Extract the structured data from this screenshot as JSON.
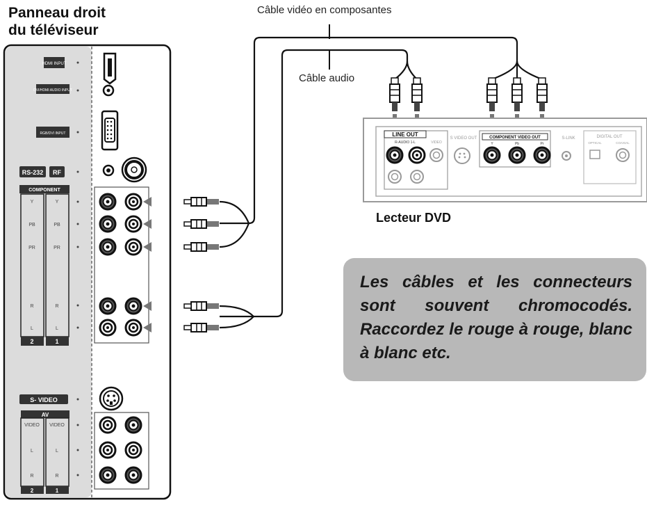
{
  "title_line1": "Panneau droit",
  "title_line2": "du téléviseur",
  "cable_component_label": "Câble vidéo en composantes",
  "cable_audio_label": "Câble audio",
  "dvd_label": "Lecteur DVD",
  "note_text": "Les câbles et les connecteurs sont souvent chromocodés. Raccordez le rouge à rouge, blanc à blanc etc.",
  "tv_panel": {
    "hdmi": "HDMI INPUT",
    "dvi_audio": "DVI/HDMI AUDIO INPUT",
    "pc_input": "RGB/DVI INPUT",
    "rs232": "RS-232",
    "rf": "RF",
    "component": "COMPONENT",
    "rows": [
      "Y",
      "PB",
      "PR",
      "R",
      "L"
    ],
    "input_nums": [
      "2",
      "1"
    ],
    "svideo": "S- VIDEO",
    "av": "AV",
    "av_rows": [
      "VIDEO",
      "L",
      "R"
    ]
  },
  "dvd_panel": {
    "line_out": "LINE OUT",
    "audio_sub": "R-AUDIO 1-L",
    "video": "VIDEO",
    "s_video_out": "S VIDEO OUT",
    "component_out": "COMPONENT VIDEO OUT",
    "comp_y": "Y",
    "comp_pb": "Pb",
    "comp_pr": "Pr",
    "s_link": "S-LINK",
    "digital_out": "DIGITAL OUT",
    "optical": "OPTICAL",
    "coaxial": "COAXIAL"
  }
}
